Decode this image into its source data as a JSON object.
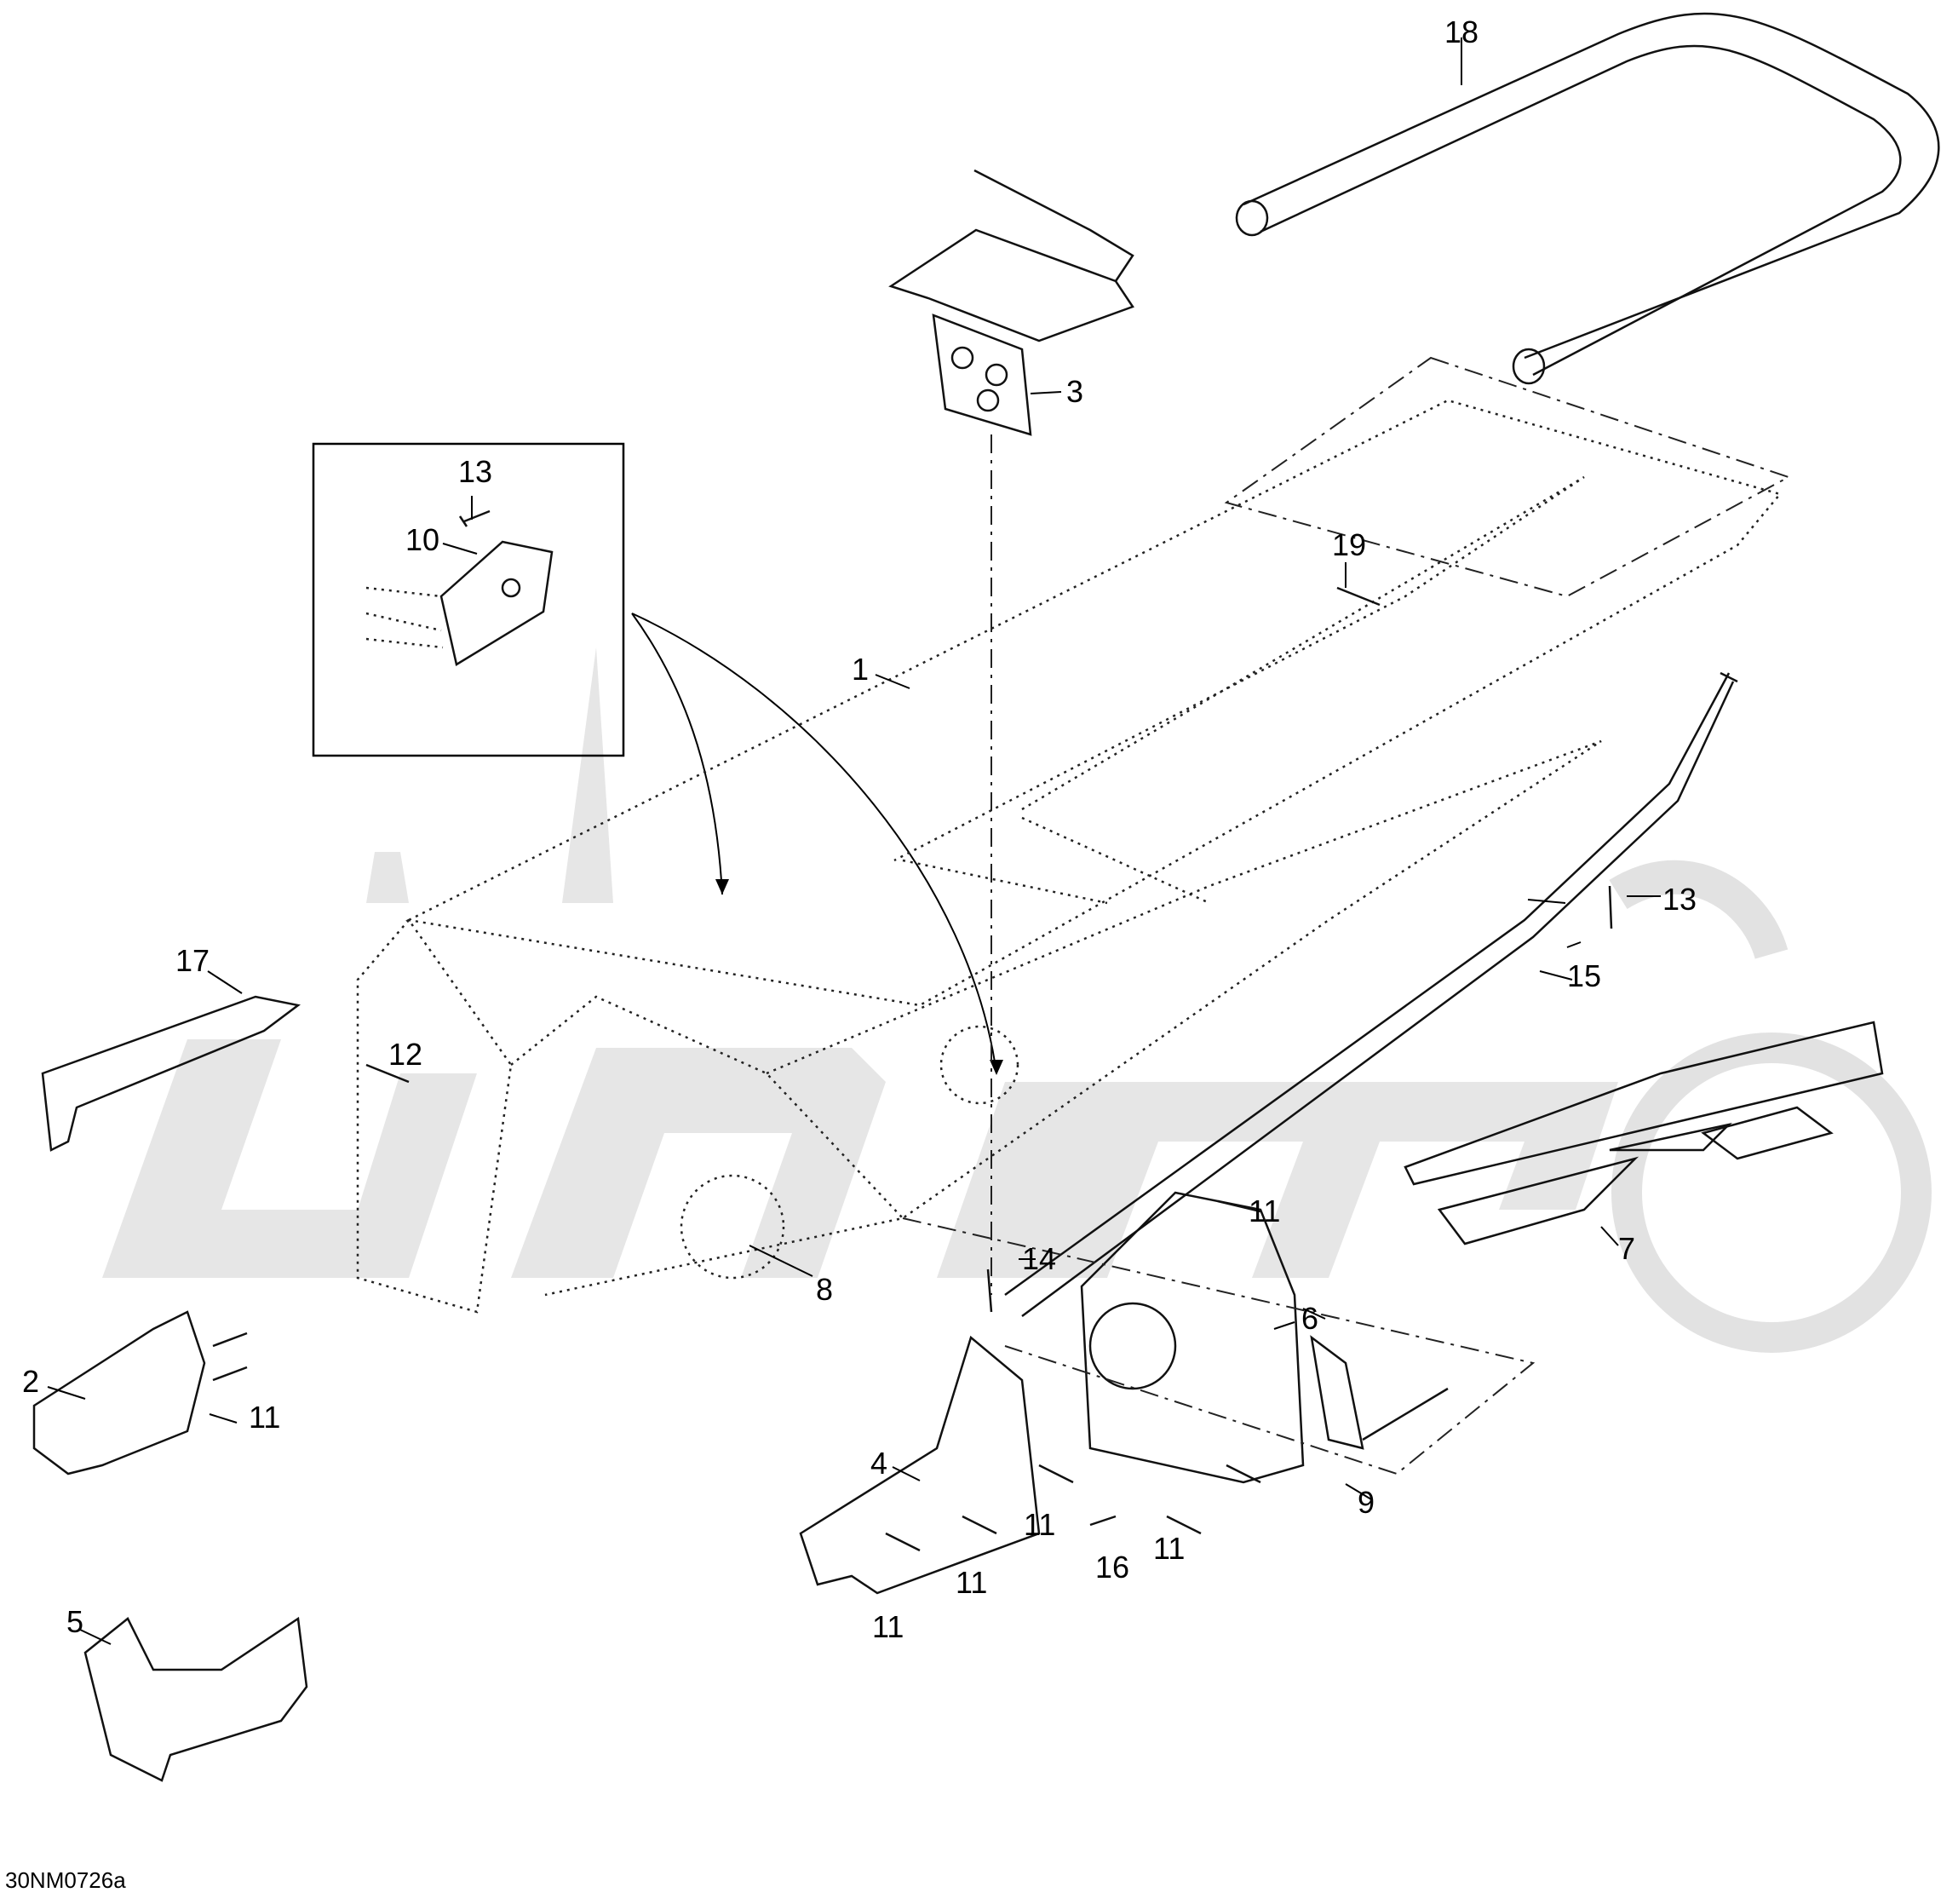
{
  "diagram": {
    "reference_code": "30NM0726a",
    "callouts": [
      {
        "id": "c1",
        "label": "1"
      },
      {
        "id": "c2",
        "label": "2"
      },
      {
        "id": "c3",
        "label": "3"
      },
      {
        "id": "c4",
        "label": "4"
      },
      {
        "id": "c5",
        "label": "5"
      },
      {
        "id": "c6",
        "label": "6"
      },
      {
        "id": "c7",
        "label": "7"
      },
      {
        "id": "c8",
        "label": "8"
      },
      {
        "id": "c9",
        "label": "9"
      },
      {
        "id": "c10",
        "label": "10"
      },
      {
        "id": "c11a",
        "label": "11"
      },
      {
        "id": "c11b",
        "label": "11"
      },
      {
        "id": "c11c",
        "label": "11"
      },
      {
        "id": "c11d",
        "label": "11"
      },
      {
        "id": "c11e",
        "label": "11"
      },
      {
        "id": "c11f",
        "label": "11"
      },
      {
        "id": "c12",
        "label": "12"
      },
      {
        "id": "c13a",
        "label": "13"
      },
      {
        "id": "c13b",
        "label": "13"
      },
      {
        "id": "c14",
        "label": "14"
      },
      {
        "id": "c15",
        "label": "15"
      },
      {
        "id": "c16",
        "label": "16"
      },
      {
        "id": "c17",
        "label": "17"
      },
      {
        "id": "c18",
        "label": "18"
      },
      {
        "id": "c19",
        "label": "19"
      }
    ]
  }
}
